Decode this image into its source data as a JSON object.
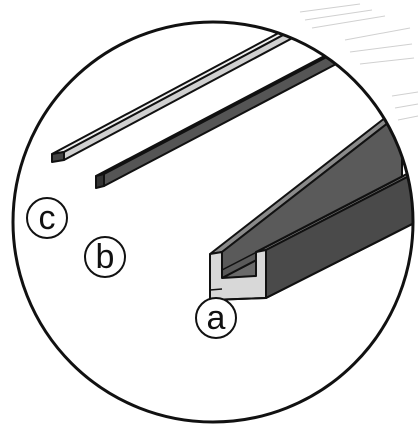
{
  "colors": {
    "outline": "#111111",
    "channel_dark": "#4a4a4a",
    "channel_mid": "#6a6a6a",
    "channel_light": "#8a8a8a",
    "strip_b": "#555555",
    "strip_c": "#e9e9e9",
    "background": "#ffffff"
  },
  "callouts": [
    {
      "id": "a",
      "label": "a"
    },
    {
      "id": "b",
      "label": "b"
    },
    {
      "id": "c",
      "label": "c"
    }
  ]
}
